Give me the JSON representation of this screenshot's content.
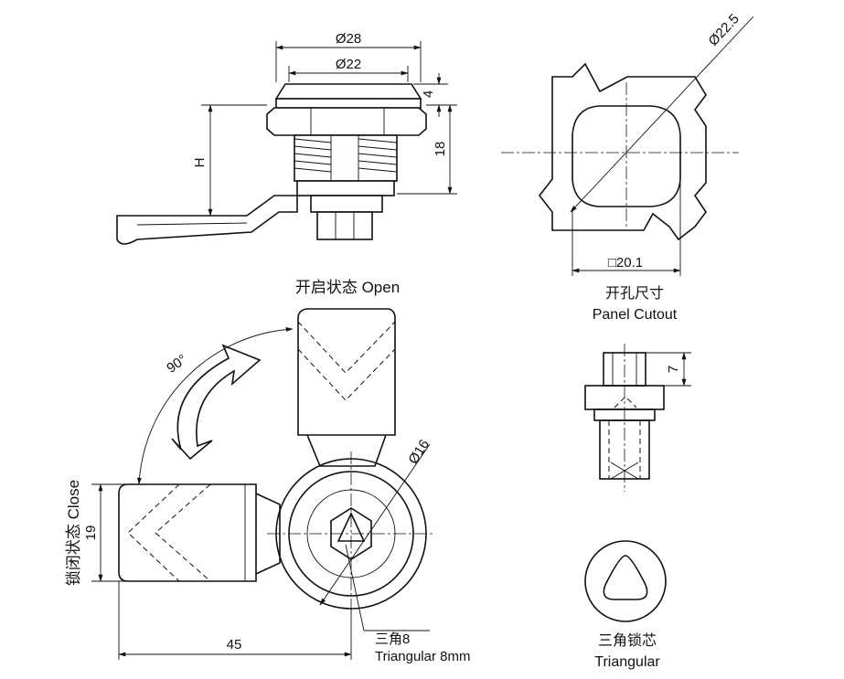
{
  "top_view": {
    "dia_outer": "Ø28",
    "dia_inner": "Ø22",
    "dim_4": "4",
    "dim_18": "18",
    "dim_h": "H"
  },
  "cutout": {
    "dia": "Ø22.5",
    "square": "□20.1",
    "label_cn": "开孔尺寸",
    "label_en": "Panel Cutout"
  },
  "states": {
    "open_label": "开启状态 Open",
    "close_label": "锁闭状态 Close",
    "angle": "90°",
    "dia_16": "Ø16",
    "dim_19": "19",
    "dim_45": "45",
    "key_cn": "三角8",
    "key_en": "Triangular 8mm"
  },
  "side_key": {
    "dim_7": "7"
  },
  "core": {
    "label_cn": "三角锁芯",
    "label_en": "Triangular"
  }
}
